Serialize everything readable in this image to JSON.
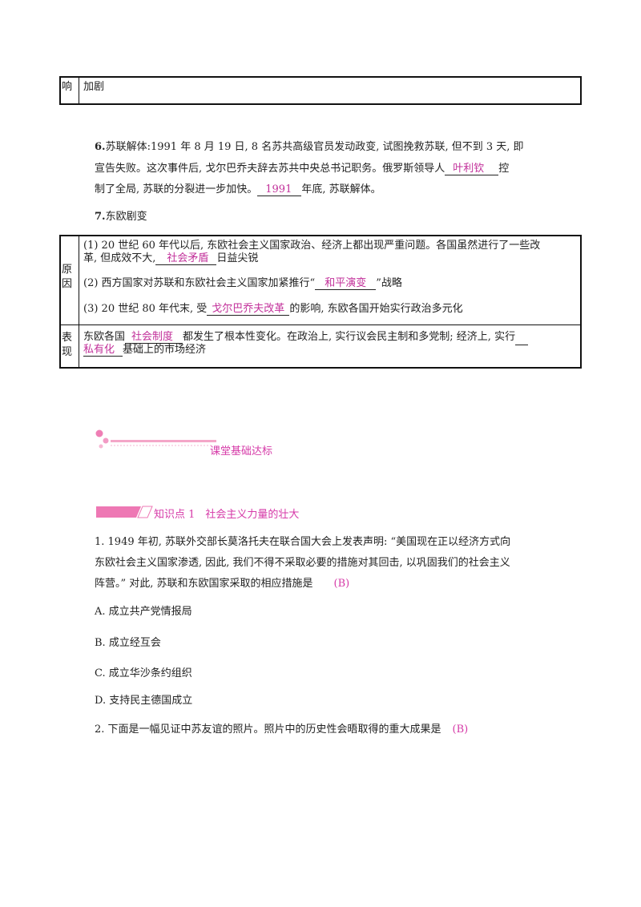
{
  "top_table": {
    "label": "响",
    "content": "加剧"
  },
  "item6": {
    "num": "6.",
    "title": "苏联解体",
    "line1": ":1991 年 8 月 19 日, 8 名苏共高级官员发动政变, 试图挽救苏联, 但不到 3 天, 即",
    "line2_pre": "宣告失败。这次事件后, 戈尔巴乔夫辞去苏共中央总书记职务。俄罗斯领导人",
    "ans1": "叶利钦",
    "line2_post": "控",
    "line3_pre": "制了全局, 苏联的分裂进一步加快。",
    "ans2": "1991",
    "line3_post": "年底, 苏联解体。"
  },
  "item7": {
    "num": "7.",
    "title": "东欧剧变"
  },
  "table7": {
    "reason_label": [
      "原",
      "因"
    ],
    "r1_line1": "(1) 20 世纪 60 年代以后, 东欧社会主义国家政治、经济上都出现严重问题。各国虽然进行了一些改",
    "r1_pre": "革, 但成效不大,",
    "r1_ans": "社会矛盾",
    "r1_post": "日益尖锐",
    "r2_pre": "(2) 西方国家对苏联和东欧社会主义国家加紧推行“",
    "r2_ans": "和平演变",
    "r2_post": "”战略",
    "r3_pre": "(3) 20 世纪 80 年代末, 受",
    "r3_ans": "戈尔巴乔夫改革",
    "r3_post": "的影响, 东欧各国开始实行政治多元化",
    "show_label": [
      "表",
      "现"
    ],
    "s_pre": "东欧各国",
    "s_ans1": "社会制度",
    "s_mid": "都发生了根本性变化。在政治上, 实行议会民主制和多党制; 经济上, 实行",
    "s_ans2": "私有化",
    "s_post": "基础上的市场经济"
  },
  "section_header": "课堂基础达标",
  "knowledge_point": "知识点 1　社会主义力量的壮大",
  "q1": {
    "line1": "1. 1949 年初, 苏联外交部长莫洛托夫在联合国大会上发表声明: “美国现在正以经济方式向",
    "line2": "东欧社会主义国家渗透, 因此, 我们不得不采取必要的措施对其回击, 以巩固我们的社会主义",
    "line3": "阵营。” 对此, 苏联和东欧国家采取的相应措施是",
    "answer": "(B)",
    "options": [
      "A. 成立共产党情报局",
      "B. 成立经互会",
      "C. 成立华沙条约组织",
      "D. 支持民主德国成立"
    ]
  },
  "q2": {
    "text": "2. 下面是一幅见证中苏友谊的照片。照片中的历史性会晤取得的重大成果是",
    "answer": "(B)"
  }
}
